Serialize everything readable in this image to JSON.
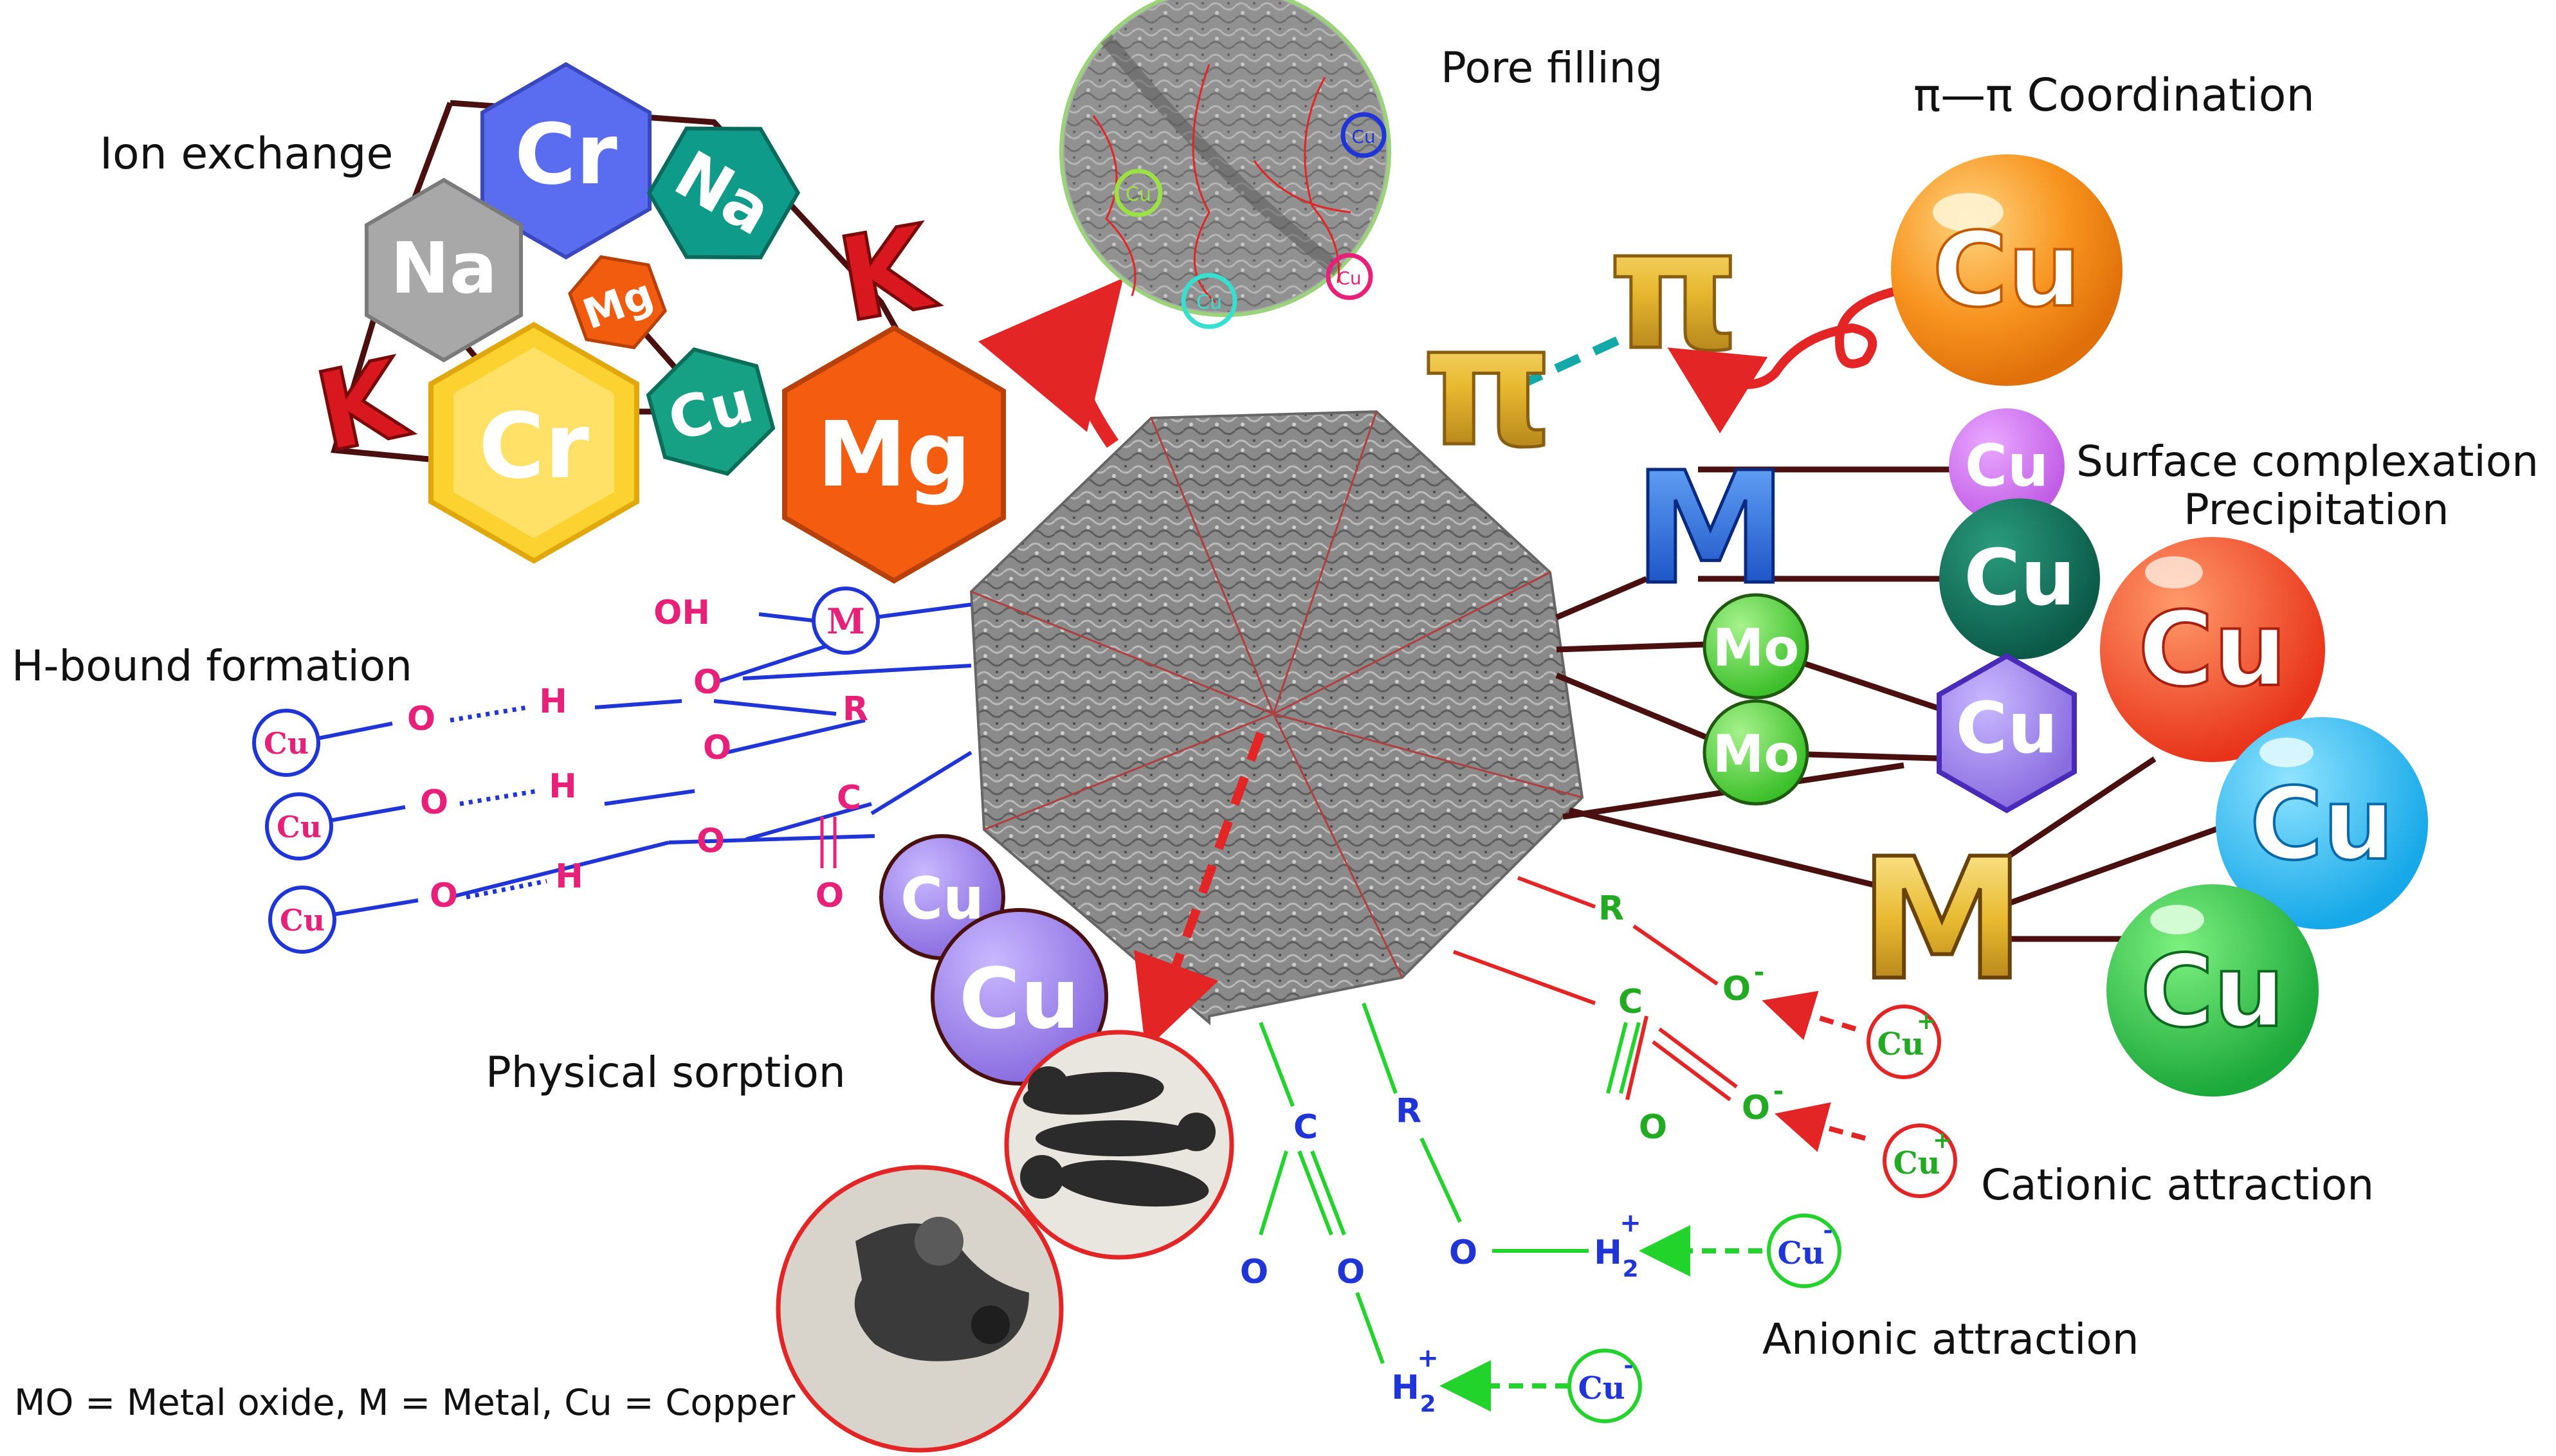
{
  "labels": {
    "ion_exchange": "Ion exchange",
    "pore_filling": "Pore filling",
    "pi_pi": "π—π Coordination",
    "surface_complexation": "Surface complexation",
    "precipitation": "Precipitation",
    "h_bound": "H-bound formation",
    "physical_sorption": "Physical sorption",
    "cationic": "Cationic attraction",
    "anionic": "Anionic attraction",
    "legend": "MO = Metal oxide, M = Metal, Cu = Copper"
  },
  "ion_exchange_hexes": [
    "Cr",
    "Na",
    "Na",
    "Mg",
    "K",
    "K",
    "Cr",
    "Cu",
    "Mg"
  ],
  "pi_symbols": [
    "π",
    "π"
  ],
  "pi_ion": "Cu",
  "surface_left": [
    "M",
    "Mo",
    "Mo",
    "M"
  ],
  "surface_right": [
    "Cu",
    "Cu",
    "Cu",
    "Cu",
    "Cu",
    "Cu"
  ],
  "hbond": {
    "oh": "OH",
    "m": "M",
    "o": "O",
    "h": "H",
    "r": "R",
    "c": "C",
    "cu": "Cu"
  },
  "physical": [
    "Cu",
    "Cu"
  ],
  "cationic": {
    "r": "R",
    "o_minus": "O",
    "c": "C",
    "o": "O",
    "cu_plus": "Cu",
    "plus": "+",
    "minus": "-"
  },
  "anionic": {
    "c": "C",
    "r": "R",
    "o": "O",
    "h2": "H",
    "sub": "2",
    "plus": "+",
    "cu_minus": "Cu",
    "minus": "-"
  },
  "pore_ions": [
    "Cu",
    "Cu",
    "Cu",
    "Cu"
  ],
  "colors": {
    "pink": "#e8207a",
    "blue": "#1f35d8",
    "green": "#22d32b",
    "red": "#e42525",
    "brown": "#4a1010"
  }
}
